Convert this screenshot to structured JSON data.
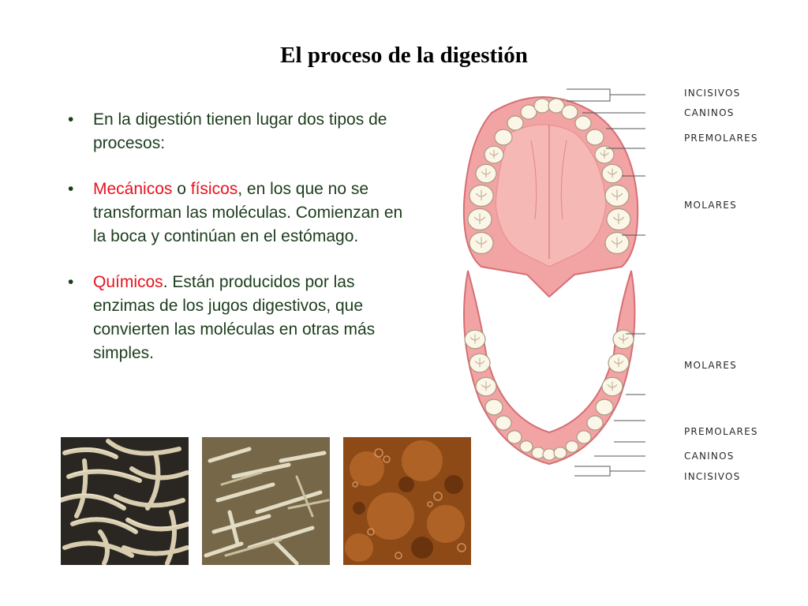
{
  "slide": {
    "title": "El proceso de la digestión"
  },
  "bullets": {
    "b1": {
      "text": "En la digestión tienen lugar dos tipos de procesos:"
    },
    "b2": {
      "term1": "Mecánicos",
      "conj": " o ",
      "term2": "físicos",
      "rest": ", en los que no se transforman las moléculas. Comienzan en la boca y continúan en el estómago."
    },
    "b3": {
      "term": "Químicos",
      "rest": ". Están producidos por las enzimas de los jugos digestivos, que convierten las moléculas en otras más simples."
    }
  },
  "teeth_labels": {
    "upper": [
      "INCISIVOS",
      "CANINOS",
      "PREMOLARES",
      "MOLARES"
    ],
    "lower": [
      "MOLARES",
      "PREMOLARES",
      "CANINOS",
      "INCISIVOS"
    ]
  },
  "colors": {
    "text": "#1d3d1d",
    "highlight": "#e8121f",
    "gum": "#f2a3a3",
    "gum_dark": "#d56f75",
    "tooth": "#fbf6e8"
  }
}
